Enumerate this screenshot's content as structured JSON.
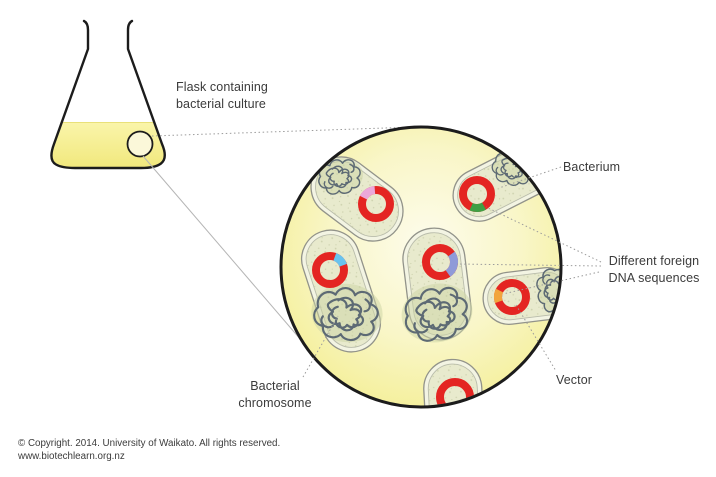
{
  "labels": {
    "flask_line1": "Flask containing",
    "flask_line2": "bacterial culture",
    "bacterium": "Bacterium",
    "foreign_dna_line1": "Different foreign",
    "foreign_dna_line2": "DNA sequences",
    "chromosome_line1": "Bacterial",
    "chromosome_line2": "chromosome",
    "vector": "Vector"
  },
  "footer": {
    "line1": "© Copyright. 2014. University of Waikato. All rights reserved.",
    "line2": "www.biotechlearn.org.nz"
  },
  "diagram_parts": {
    "bacteria_count": 6,
    "foreign_dna_segment_colors": [
      "pink",
      "green",
      "light-blue",
      "periwinkle",
      "orange"
    ]
  },
  "colors": {
    "outline": "#1c1c1c",
    "text": "#3b3b3b",
    "pointer": "#9b9b9b",
    "circle_center": "#fdfcec",
    "circle_edge": "#f2ec82",
    "liquid_top": "#faf5ab",
    "liquid_bottom": "#f1e87c",
    "sample_fill": "#fbf8d9",
    "cell_wall": "#f3f4e3",
    "cell_outline": "#92938a",
    "cell_inner_line": "#b9bcab",
    "cell_fill": "#e8eacd",
    "speckle": "#c6cba6",
    "chromosome_blob": "#cbd3a4",
    "chromosome": "#5d6a74",
    "vector_red": "#e42522",
    "dna_pink": "#eba8da",
    "dna_green": "#3fa044",
    "dna_blue": "#69c3ee",
    "dna_periwinkle": "#8f9ad8",
    "dna_orange": "#f2a53c"
  }
}
